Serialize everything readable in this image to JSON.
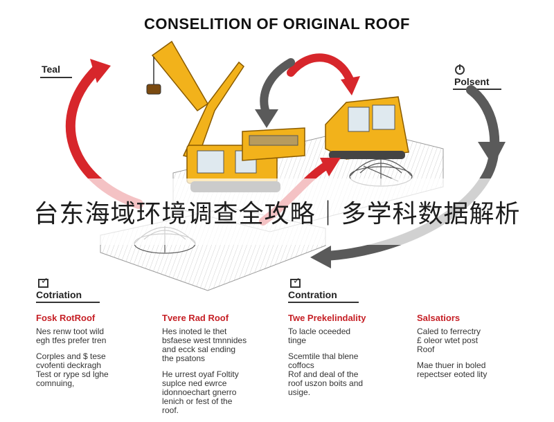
{
  "title": "CONSELITION OF ORIGINAL ROOF",
  "labels": {
    "left": "Teal",
    "right": "Polsent"
  },
  "banner": "台东海域环境调查全攻略｜多学科数据解析",
  "sections": [
    "Cotriation",
    "Contration"
  ],
  "columns": [
    {
      "heading": "Fosk RotRoof",
      "paragraphs": [
        "Nes renw toot wild\negh tfes prefer tren",
        "Corples and $ tese\ncvofenti deckragh\nTest or rype sd lghe\ncomnuing,"
      ]
    },
    {
      "heading": "Tvere Rad Roof",
      "paragraphs": [
        "Hes inoted le thet\nbsfaese west tmnnides\nand ecck sal ending\nthe psatons",
        "He urrest oyaf Foltity\nsuplce ned ewrce\nidonnoechart gnerro\nlenich or fest of the\nroof."
      ]
    },
    {
      "heading": "Twe Prekelindality",
      "paragraphs": [
        "To lacle oceeded\ntinge",
        "Scemtile thal blene\ncoffocs\nRof and deal of the\nroof uszon boits and\nusige."
      ]
    },
    {
      "heading": "Salsatiors",
      "paragraphs": [
        "Caled to ferrectry\n£ oleor wtet post\nRoof",
        "Mae thuer in boled\nrepectser eoted lity"
      ]
    }
  ],
  "colors": {
    "accent_red": "#d7262b",
    "arrow_gray": "#5a5a5a",
    "crane_yellow": "#f2b21b",
    "heading_red": "#c62026"
  }
}
